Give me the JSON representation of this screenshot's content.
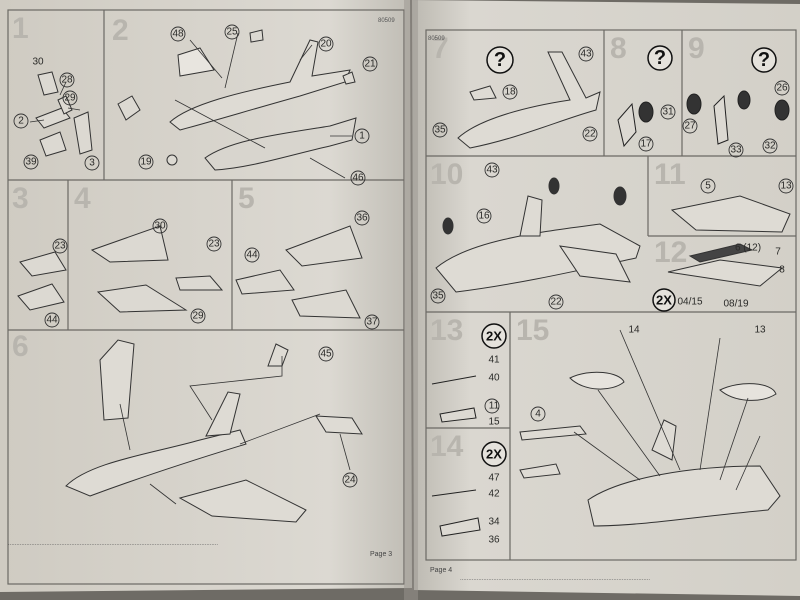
{
  "left_page": {
    "steps": [
      {
        "number": "1",
        "parts": [
          "30",
          "28",
          "29",
          "2",
          "39",
          "3"
        ]
      },
      {
        "number": "2",
        "parts": [
          "48",
          "25",
          "20",
          "21",
          "19",
          "1",
          "46"
        ]
      },
      {
        "number": "3",
        "parts": [
          "23",
          "44"
        ]
      },
      {
        "number": "4",
        "parts": [
          "30",
          "23",
          "29"
        ]
      },
      {
        "number": "5",
        "parts": [
          "36",
          "44",
          "37"
        ]
      },
      {
        "number": "6",
        "parts": [
          "45",
          "24"
        ]
      }
    ],
    "page_label": "Page 3"
  },
  "right_page": {
    "steps": [
      {
        "number": "7",
        "parts": [
          "43",
          "18",
          "35",
          "22"
        ],
        "unknown": "?"
      },
      {
        "number": "8",
        "parts": [
          "31",
          "17"
        ],
        "unknown": "?"
      },
      {
        "number": "9",
        "parts": [
          "26",
          "27",
          "33",
          "32"
        ],
        "unknown": "?"
      },
      {
        "number": "10",
        "parts": [
          "43",
          "16",
          "35",
          "22"
        ]
      },
      {
        "number": "11",
        "parts": [
          "5",
          "13"
        ]
      },
      {
        "number": "12",
        "parts": [
          "6 (12)",
          "7",
          "8",
          "04/15",
          "08/19"
        ],
        "quantity": "2X"
      },
      {
        "number": "13",
        "parts": [
          "41",
          "40",
          "11",
          "15"
        ],
        "quantity": "2X"
      },
      {
        "number": "14",
        "parts": [
          "47",
          "42",
          "34",
          "36"
        ],
        "quantity": "2X"
      },
      {
        "number": "15",
        "parts": [
          "14",
          "13",
          "4"
        ]
      }
    ],
    "page_label": "Page 4"
  },
  "header_codes": [
    "80509",
    "80509"
  ]
}
